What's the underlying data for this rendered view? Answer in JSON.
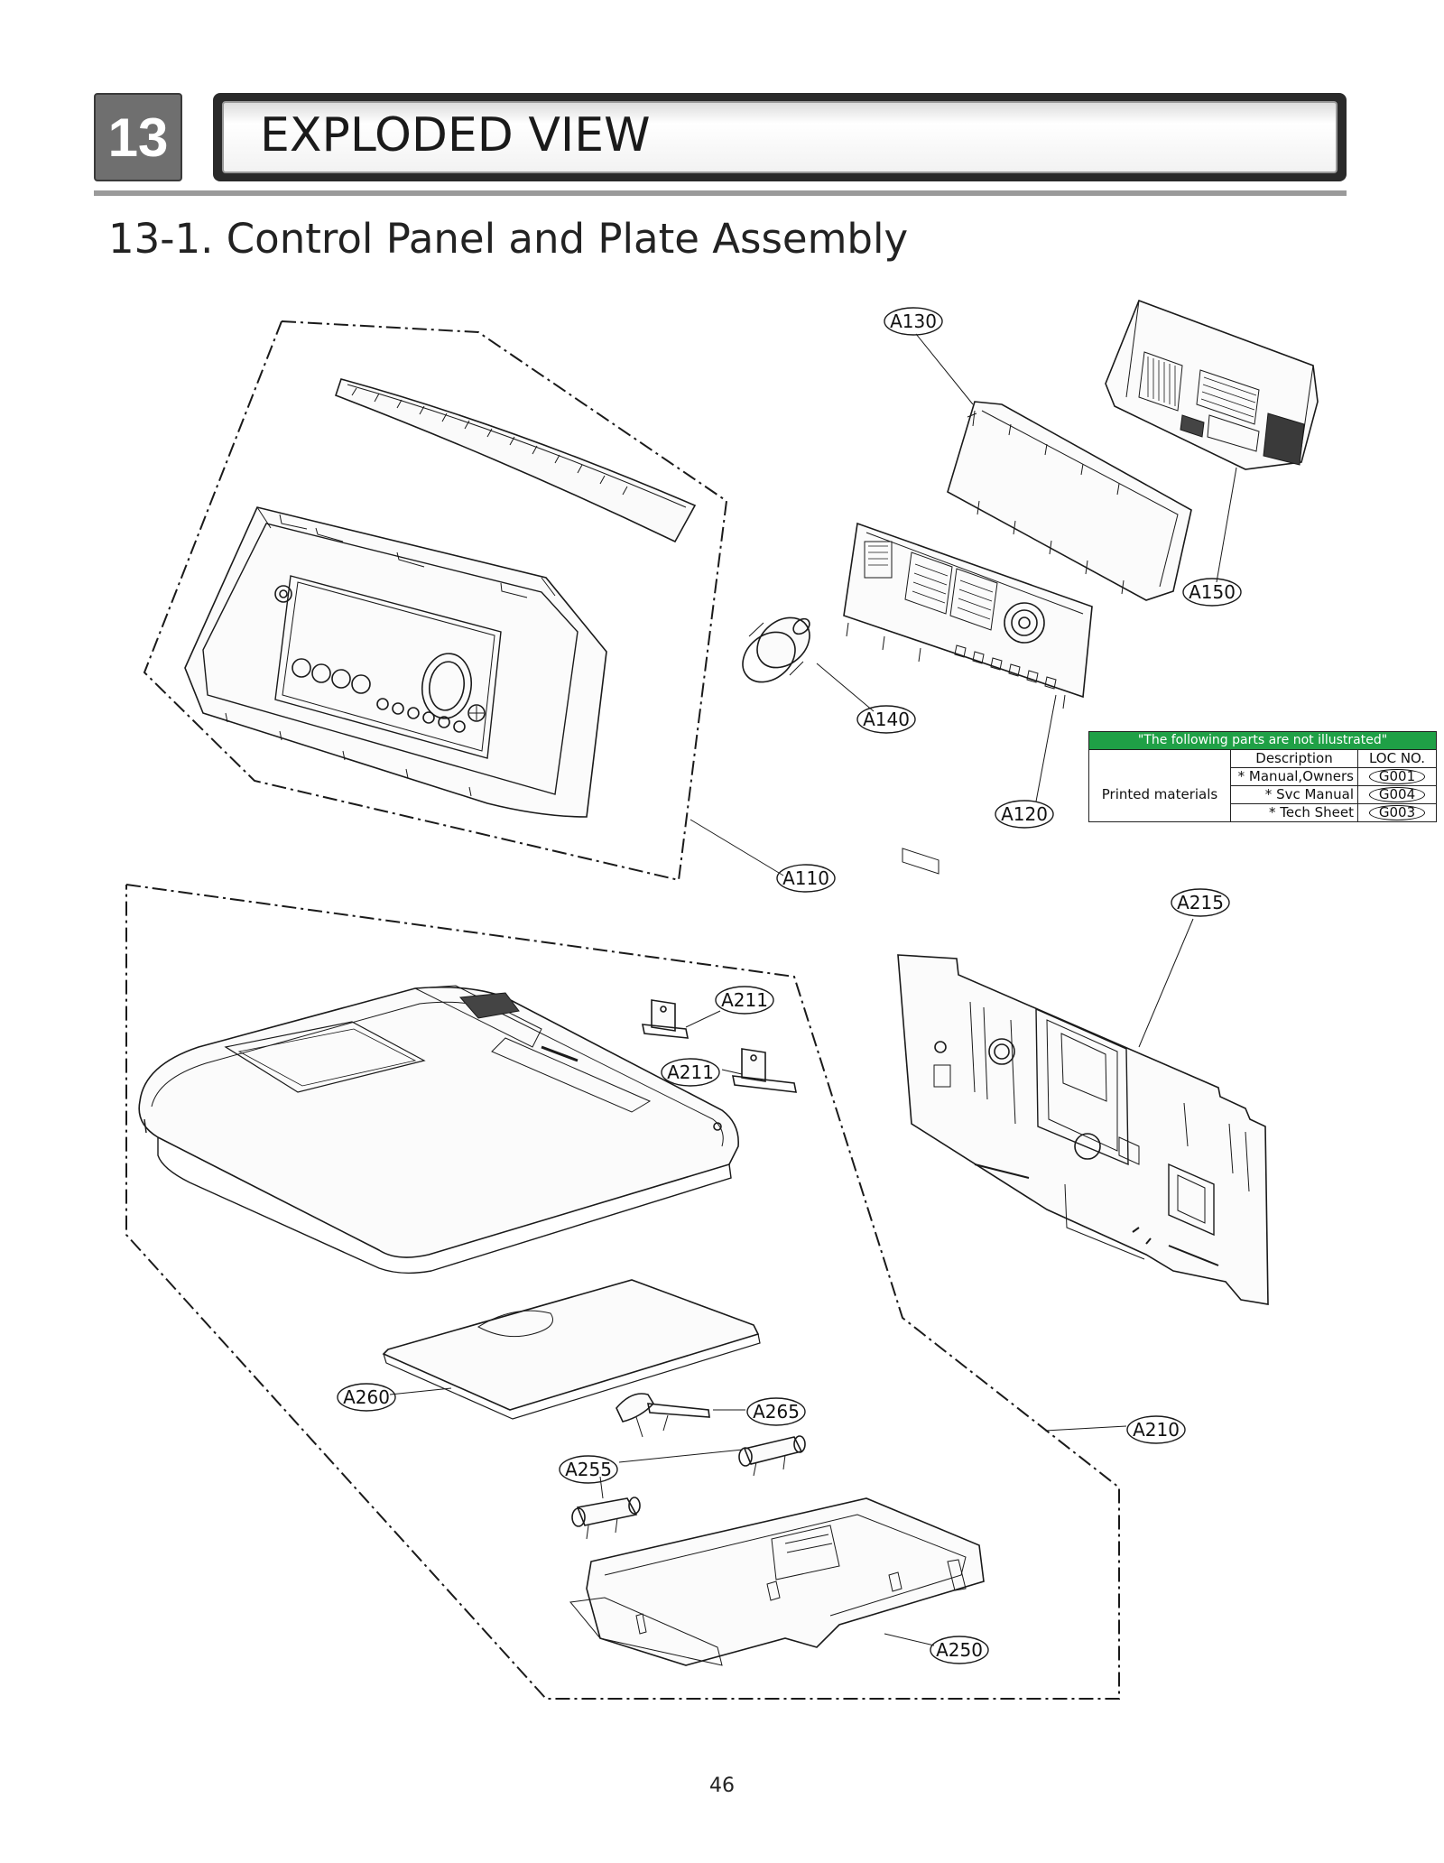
{
  "header": {
    "section_number": "13",
    "title": "EXPLODED VIEW",
    "subtitle": "13-1. Control Panel and Plate Assembly"
  },
  "callouts": {
    "a130": "A130",
    "a150": "A150",
    "a140": "A140",
    "a120": "A120",
    "a110": "A110",
    "a215": "A215",
    "a211_top": "A211",
    "a211_bottom": "A211",
    "a260": "A260",
    "a265": "A265",
    "a255": "A255",
    "a210": "A210",
    "a250": "A250"
  },
  "parts_table": {
    "header": "\"The following parts are not illustrated\"",
    "col_description": "Description",
    "col_loc": "LOC NO.",
    "group_label": "Printed materials",
    "rows": [
      {
        "description": "* Manual,Owners",
        "loc": "G001"
      },
      {
        "description": "* Svc Manual",
        "loc": "G004"
      },
      {
        "description": "* Tech Sheet",
        "loc": "G003"
      }
    ]
  },
  "footer": {
    "page_number": "46"
  },
  "colors": {
    "table_header": "#1fa046",
    "section_badge": "#6f6f6f",
    "title_frame": "#2a2a2a"
  }
}
